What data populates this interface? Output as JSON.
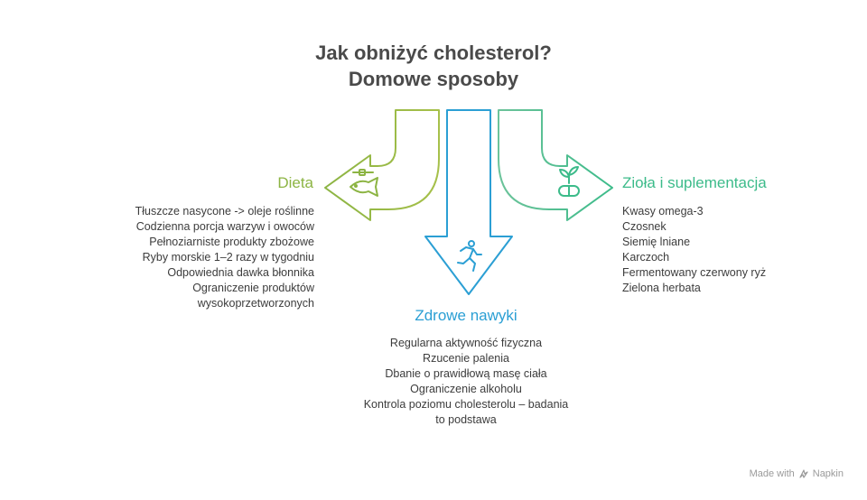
{
  "title": {
    "line1": "Jak obniżyć cholesterol?",
    "line2": "Domowe sposoby"
  },
  "branches": {
    "dieta": {
      "heading": "Dieta",
      "color": "#8cb443",
      "icon": "fish-icon",
      "items": [
        "Tłuszcze nasycone -> oleje roślinne",
        "Codzienna porcja warzyw i owoców",
        "Pełnoziarniste produkty zbożowe",
        "Ryby morskie 1–2 razy w tygodniu",
        "Odpowiednia dawka błonnika",
        "Ograniczenie produktów",
        "wysokoprzetworzonych"
      ]
    },
    "zdrowe_nawyki": {
      "heading": "Zdrowe nawyki",
      "color": "#2b9fd4",
      "icon": "running-person-icon",
      "items": [
        "Regularna aktywność fizyczna",
        "Rzucenie palenia",
        "Dbanie o prawidłową masę ciała",
        "Ograniczenie alkoholu",
        "Kontrola poziomu cholesterolu – badania",
        "to podstawa"
      ]
    },
    "ziola": {
      "heading": "Zioła i suplementacja",
      "color": "#3cbb8a",
      "icon": "plant-pill-icon",
      "items": [
        "Kwasy omega-3",
        "Czosnek",
        "Siemię lniane",
        "Karczoch",
        "Fermentowany czerwony ryż",
        "Zielona herbata"
      ]
    }
  },
  "footer": {
    "made_with": "Made with",
    "brand": "Napkin"
  }
}
